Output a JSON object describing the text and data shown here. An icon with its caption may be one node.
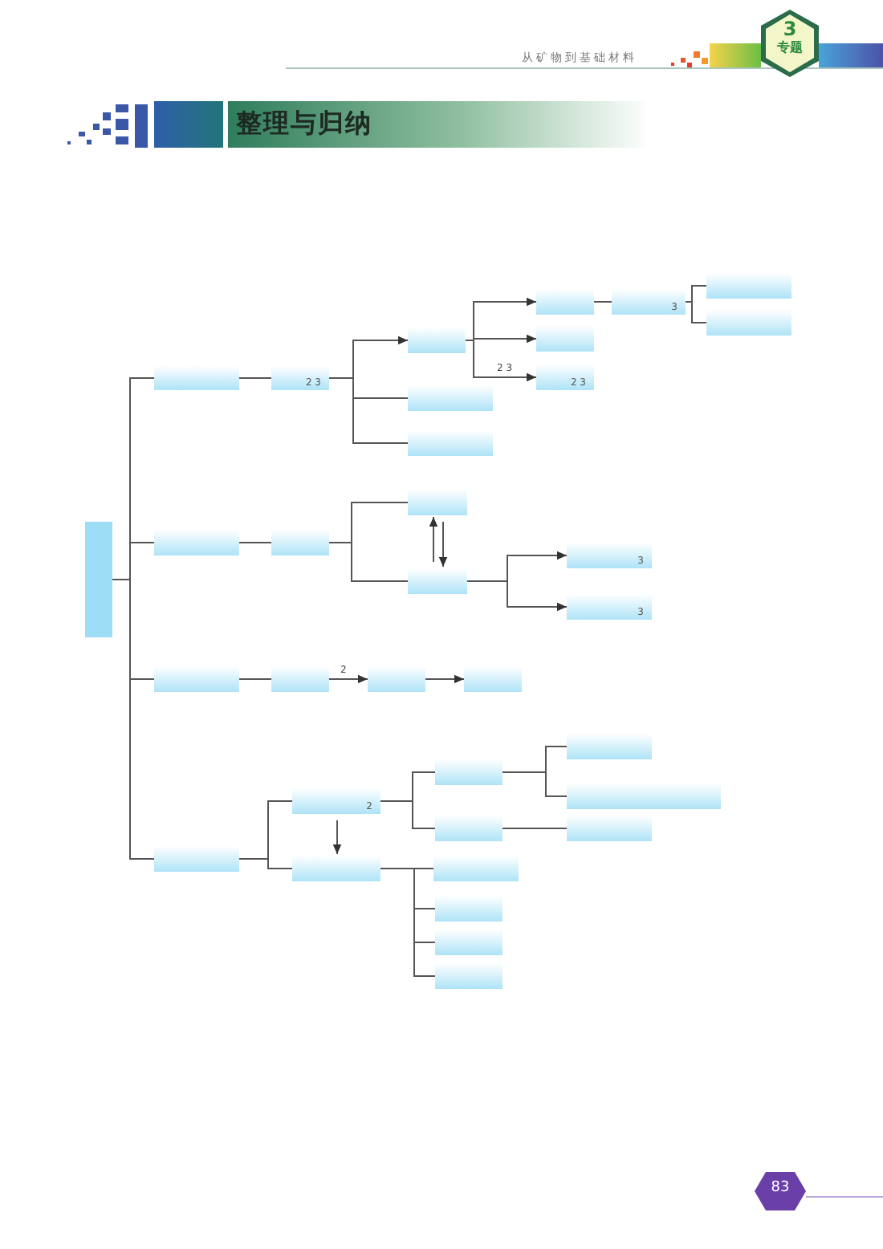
{
  "diagram": {
    "title": "整理与归纳",
    "nodes": [
      {
        "text": [],
        "shape": "box"
      },
      {
        "text": [],
        "shape": "box"
      },
      {
        "text": [
          "2 3"
        ]
      },
      {
        "text": [],
        "shape": "box"
      },
      {
        "text": [],
        "shape": "box"
      },
      {
        "text": [],
        "shape": "box"
      },
      {
        "text": [],
        "shape": "box"
      },
      {
        "text": [],
        "shape": "box"
      },
      {
        "text": [
          "2 3"
        ]
      },
      {
        "text": [
          "3"
        ]
      },
      {
        "text": [],
        "shape": "box"
      },
      {
        "text": [],
        "shape": "box"
      },
      {
        "text": [],
        "shape": "box"
      },
      {
        "text": [],
        "shape": "box"
      },
      {
        "text": [],
        "shape": "box"
      },
      {
        "text": [],
        "shape": "box"
      },
      {
        "text": [
          "3"
        ]
      },
      {
        "text": [
          "3"
        ]
      },
      {
        "text": [],
        "shape": "box"
      },
      {
        "text": [],
        "shape": "box"
      },
      {
        "text": [],
        "shape": "box"
      },
      {
        "text": [],
        "shape": "box"
      },
      {
        "text": [],
        "shape": "box"
      },
      {
        "text": [
          "2"
        ]
      },
      {
        "text": [],
        "shape": "box"
      },
      {
        "text": [],
        "shape": "box"
      },
      {
        "text": [],
        "shape": "box"
      },
      {
        "text": [],
        "shape": "box"
      },
      {
        "text": [],
        "shape": "box"
      },
      {
        "text": [],
        "shape": "box"
      },
      {
        "text": [],
        "shape": "box"
      },
      {
        "text": [],
        "shape": "box"
      },
      {
        "text": [],
        "shape": "box"
      },
      {
        "text": [],
        "shape": "box"
      }
    ],
    "edges": [
      {
        "from": 0,
        "to": 1,
        "arrow": "none"
      },
      {
        "from": 0,
        "to": 12,
        "arrow": "none"
      },
      {
        "from": 0,
        "to": 18,
        "arrow": "none"
      },
      {
        "from": 0,
        "to": 22,
        "arrow": "none"
      },
      {
        "from": 1,
        "to": 2,
        "arrow": "none"
      },
      {
        "from": 2,
        "to": 3,
        "arrow": "to"
      },
      {
        "from": 2,
        "to": 4,
        "arrow": "none"
      },
      {
        "from": 2,
        "to": 5,
        "arrow": "none"
      },
      {
        "from": 3,
        "to": 6,
        "arrow": "to"
      },
      {
        "from": 3,
        "to": 7,
        "arrow": "to"
      },
      {
        "from": 3,
        "to": 8,
        "arrow": "to",
        "label": "2 3"
      },
      {
        "from": 6,
        "to": 9,
        "arrow": "none"
      },
      {
        "from": 9,
        "to": 10,
        "arrow": "none"
      },
      {
        "from": 9,
        "to": 11,
        "arrow": "none"
      },
      {
        "from": 12,
        "to": 13,
        "arrow": "none"
      },
      {
        "from": 13,
        "to": 14,
        "arrow": "none"
      },
      {
        "from": 13,
        "to": 15,
        "arrow": "none"
      },
      {
        "from": 15,
        "to": 14,
        "arrow": "to"
      },
      {
        "from": 14,
        "to": 15,
        "arrow": "to"
      },
      {
        "from": 15,
        "to": 16,
        "arrow": "to"
      },
      {
        "from": 15,
        "to": 17,
        "arrow": "to"
      },
      {
        "from": 18,
        "to": 19,
        "arrow": "none"
      },
      {
        "from": 19,
        "to": 20,
        "arrow": "to",
        "label": "2"
      },
      {
        "from": 20,
        "to": 21,
        "arrow": "to"
      },
      {
        "from": 22,
        "to": 23,
        "arrow": "none"
      },
      {
        "from": 22,
        "to": 24,
        "arrow": "none"
      },
      {
        "from": 23,
        "to": 24,
        "arrow": "to"
      },
      {
        "from": 23,
        "to": 25,
        "arrow": "none"
      },
      {
        "from": 23,
        "to": 26,
        "arrow": "none"
      },
      {
        "from": 25,
        "to": 28,
        "arrow": "none"
      },
      {
        "from": 25,
        "to": 29,
        "arrow": "none"
      },
      {
        "from": 26,
        "to": 30,
        "arrow": "none"
      },
      {
        "from": 24,
        "to": 27,
        "arrow": "none"
      },
      {
        "from": 24,
        "to": 31,
        "arrow": "none"
      },
      {
        "from": 24,
        "to": 32,
        "arrow": "none"
      },
      {
        "from": 24,
        "to": 33,
        "arrow": "none"
      }
    ],
    "labels": [
      "从矿物到基础材料",
      "3",
      "专题",
      "83"
    ]
  }
}
